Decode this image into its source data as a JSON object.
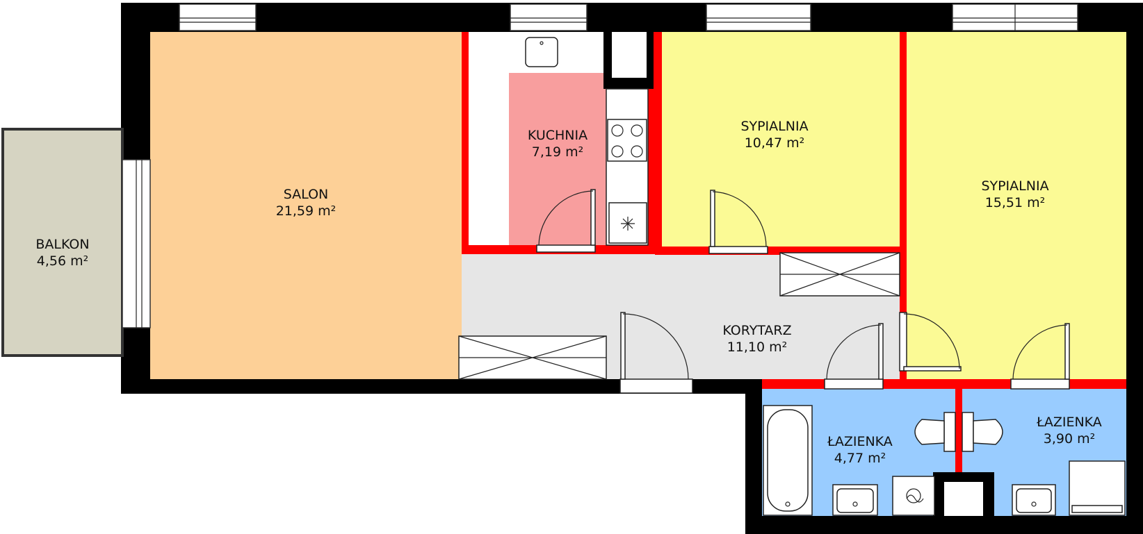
{
  "colors": {
    "wall_outer": "#000000",
    "wall_inner": "#ff0000",
    "salon": "#fdd097",
    "kuchnia": "#f89e9e",
    "sypialnia": "#fbfa95",
    "korytarz": "#e6e6e6",
    "lazienka": "#99ccff",
    "balkon": "#d6d4c2"
  },
  "rooms": [
    {
      "id": "salon",
      "name": "SALON",
      "area": "21,59 m²"
    },
    {
      "id": "kuchnia",
      "name": "KUCHNIA",
      "area": "7,19 m²"
    },
    {
      "id": "sypialnia1",
      "name": "SYPIALNIA",
      "area": "10,47 m²"
    },
    {
      "id": "sypialnia2",
      "name": "SYPIALNIA",
      "area": "15,51 m²"
    },
    {
      "id": "korytarz",
      "name": "KORYTARZ",
      "area": "11,10 m²"
    },
    {
      "id": "lazienka1",
      "name": "ŁAZIENKA",
      "area": "4,77 m²"
    },
    {
      "id": "lazienka2",
      "name": "ŁAZIENKA",
      "area": "3,90 m²"
    },
    {
      "id": "balkon",
      "name": "BALKON",
      "area": "4,56 m²"
    }
  ]
}
